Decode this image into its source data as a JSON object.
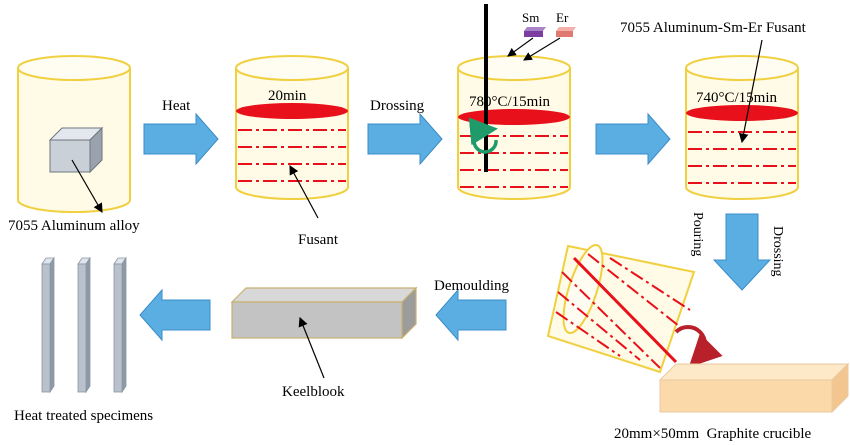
{
  "labels": {
    "alloy": "7055 Aluminum alloy",
    "heat": "Heat",
    "temp1": "20min",
    "fusant": "Fusant",
    "drossing1": "Drossing",
    "sm": "Sm",
    "er": "Er",
    "temp2": "780°C/15min",
    "fusant2": "7055 Aluminum-Sm-Er Fusant",
    "temp3": "740°C/15min",
    "pouring": "Pouring",
    "drossing2": "Drossing",
    "crucible": "20mm×50mm  Graphite crucible",
    "demoulding": "Demoulding",
    "keelblook": "Keelblook",
    "specimens": "Heat treated specimens"
  },
  "colors": {
    "cylinder_fill": "#fffbe6",
    "cylinder_stroke": "#f0d040",
    "melt": "#e8101a",
    "arrow": "#5aaee2",
    "arrow_stroke": "#3a8cc8",
    "sm_block": "#7a3ea0",
    "er_block": "#e07a70",
    "rotate_green": "#1f9a6a",
    "rotate_red": "#b8202a",
    "mould": "#fcd9a8",
    "ingot": "#c3c3c3",
    "specimen": "#b9c2cc"
  },
  "icons": [
    "heat-arrow",
    "drossing-arrow",
    "pouring-arrow",
    "demoulding-arrow",
    "stir-rotation-icon",
    "pour-rotation-icon"
  ]
}
